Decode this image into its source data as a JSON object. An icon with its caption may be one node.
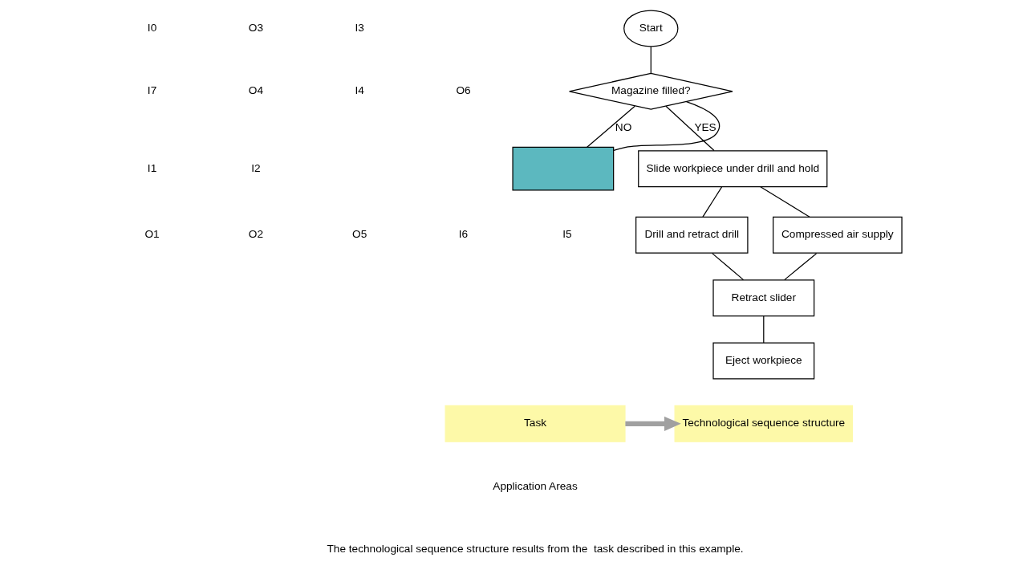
{
  "diagram": {
    "nodes": [
      {
        "text": [
          "Start"
        ]
      },
      {
        "text": [
          "Magazine filled?"
        ]
      },
      {
        "text": [],
        "shape": "box"
      },
      {
        "text": [
          "Slide workpiece under drill and hold"
        ]
      },
      {
        "text": [
          "Drill and retract drill"
        ]
      },
      {
        "text": [
          "Compressed air supply"
        ]
      },
      {
        "text": [
          "Retract slider"
        ]
      },
      {
        "text": [
          "Eject workpiece"
        ]
      },
      {
        "text": [
          "Task"
        ]
      },
      {
        "text": [
          "Technological sequence structure"
        ]
      }
    ],
    "edges": [
      {
        "from": 0,
        "to": 1,
        "arrow": "none"
      },
      {
        "from": 1,
        "to": 3,
        "arrow": "none",
        "label": "YES"
      },
      {
        "from": 1,
        "to": 2,
        "arrow": "none",
        "label": "NO"
      },
      {
        "from": 2,
        "to": 1,
        "arrow": "none"
      },
      {
        "from": 3,
        "to": 4,
        "arrow": "none"
      },
      {
        "from": 3,
        "to": 5,
        "arrow": "none"
      },
      {
        "from": 4,
        "to": 6,
        "arrow": "none"
      },
      {
        "from": 5,
        "to": 6,
        "arrow": "none"
      },
      {
        "from": 6,
        "to": 7,
        "arrow": "none"
      },
      {
        "from": 8,
        "to": 9,
        "arrow": "to",
        "style": "thick",
        "color": "#a0a0a0"
      }
    ],
    "labels": [
      "I0",
      "O3",
      "I3",
      "I7",
      "O4",
      "I4",
      "O6",
      "I1",
      "I2",
      "O1",
      "O2",
      "O5",
      "I6",
      "I5",
      "Application Areas",
      "The technological sequence structure results from the  task described in this example."
    ]
  }
}
